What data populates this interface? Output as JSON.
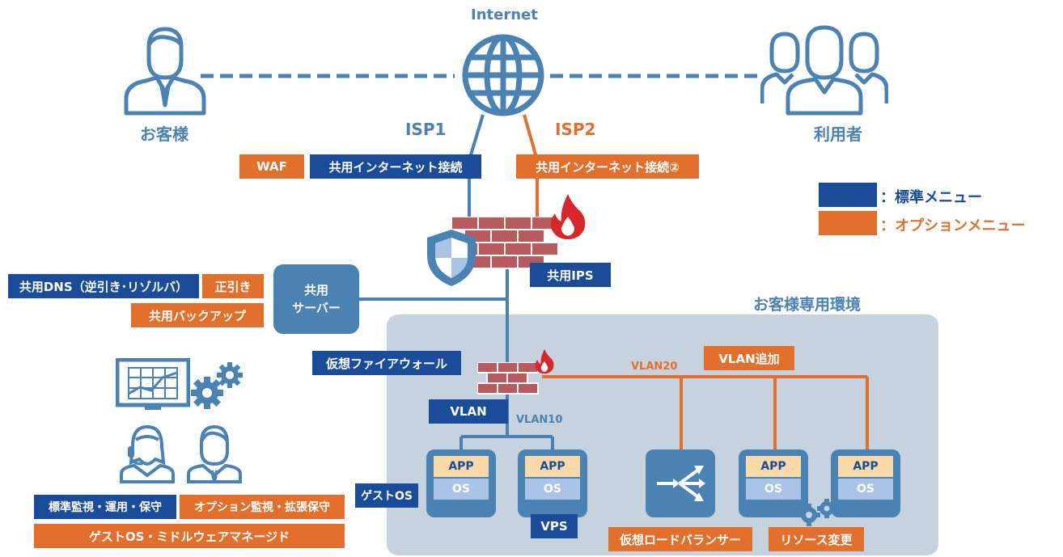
{
  "top": {
    "internet": "Internet",
    "isp1": "ISP1",
    "isp2": "ISP2",
    "customer": "お客様",
    "users": "利用者"
  },
  "labels": {
    "waf": "WAF",
    "shared_internet": "共用インターネット接続",
    "shared_internet2": "共用インターネット接続②",
    "shared_ips": "共用IPS",
    "shared_dns": "共用DNS（逆引き･リゾルバ）",
    "forward_lookup": "正引き",
    "shared_backup": "共用バックアップ",
    "shared_server_line1": "共用",
    "shared_server_line2": "サーバー",
    "virtual_firewall": "仮想ファイアウォール",
    "vlan": "VLAN",
    "vlan10": "VLAN10",
    "vlan20": "VLAN20",
    "vlan_add": "VLAN追加",
    "guest_os": "ゲストOS",
    "vps": "VPS",
    "virtual_lb": "仮想ロードバランサー",
    "resource_change": "リソース変更",
    "customer_env": "お客様専用環境",
    "std_monitoring": "標準監視・運用・保守",
    "opt_monitoring": "オプション監視・拡張保守",
    "managed": "ゲストOS・ミドルウェアマネージド",
    "app": "APP",
    "os": "OS"
  },
  "legend": {
    "standard": "：標準メニュー",
    "option": "：オプションメニュー"
  },
  "colors": {
    "standard": "#1b4c9a",
    "option": "#e2702c",
    "line_blue": "#4a82b4",
    "zone": "#c6d2de",
    "brick": "#b85a5e",
    "flame": "#d8262a"
  },
  "icons": [
    "globe-icon",
    "customer-person-icon",
    "users-group-icon",
    "shield-icon",
    "firewall-brick-icon",
    "flame-icon",
    "monitor-chart-icon",
    "gear-icon",
    "operator-headset-icon",
    "engineer-person-icon",
    "load-balancer-arrows-icon"
  ]
}
